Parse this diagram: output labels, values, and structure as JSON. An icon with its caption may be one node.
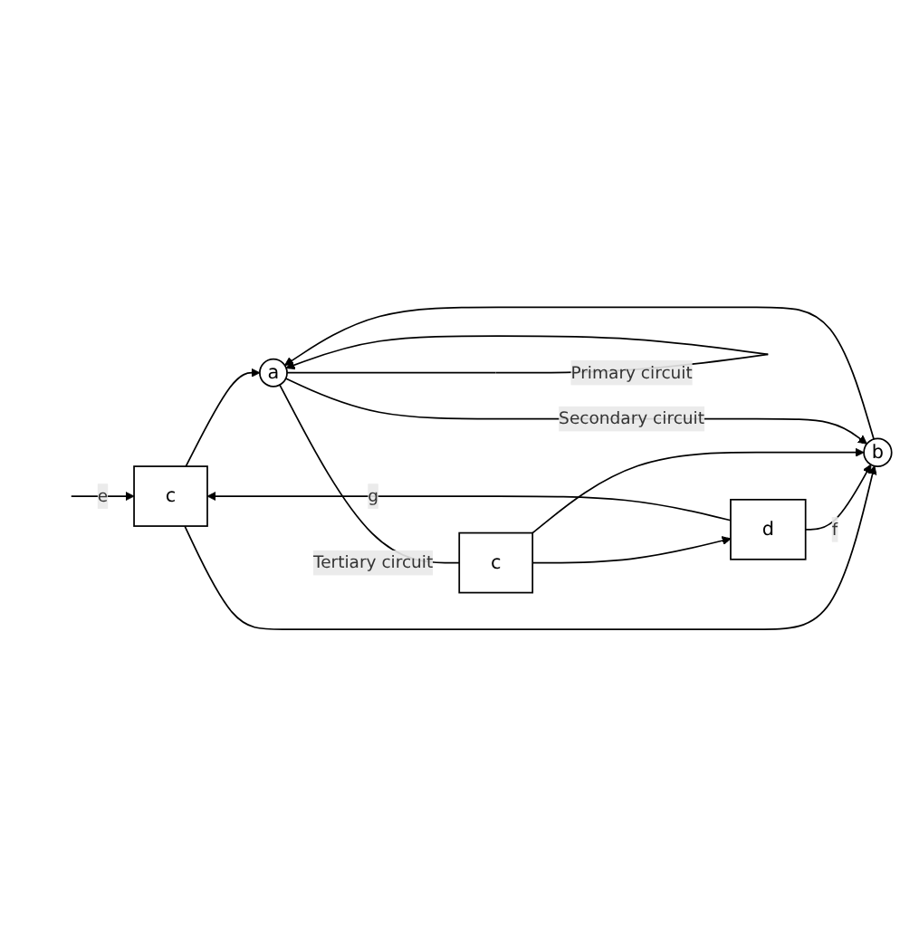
{
  "diagram": {
    "nodes": [
      {
        "text": [
          "c"
        ]
      },
      {
        "text": [
          "b"
        ]
      },
      {
        "text": [
          "a"
        ]
      },
      {
        "text": [
          "d"
        ]
      },
      {
        "text": [
          "c"
        ]
      }
    ],
    "edges": [
      {
        "from": null,
        "to": 0,
        "arrow": "to",
        "label": "e"
      },
      {
        "from": 0,
        "to": 2,
        "arrow": "to"
      },
      {
        "from": 0,
        "to": 1,
        "arrow": "to"
      },
      {
        "from": 1,
        "to": 2,
        "arrow": "to"
      },
      {
        "from": 3,
        "to": 0,
        "arrow": "to",
        "label": "g"
      },
      {
        "from": 3,
        "to": 1,
        "arrow": "to",
        "label": "f"
      },
      {
        "from": 4,
        "to": 3,
        "arrow": "to"
      },
      {
        "from": 4,
        "to": 1,
        "arrow": "to"
      },
      {
        "from": 2,
        "to": 2,
        "arrow": "to",
        "label": "Primary circuit"
      },
      {
        "from": 2,
        "to": 1,
        "arrow": "to",
        "label": "Secondary circuit"
      },
      {
        "from": 2,
        "to": 4,
        "arrow": "none",
        "label": "Tertiary circuit"
      }
    ]
  }
}
